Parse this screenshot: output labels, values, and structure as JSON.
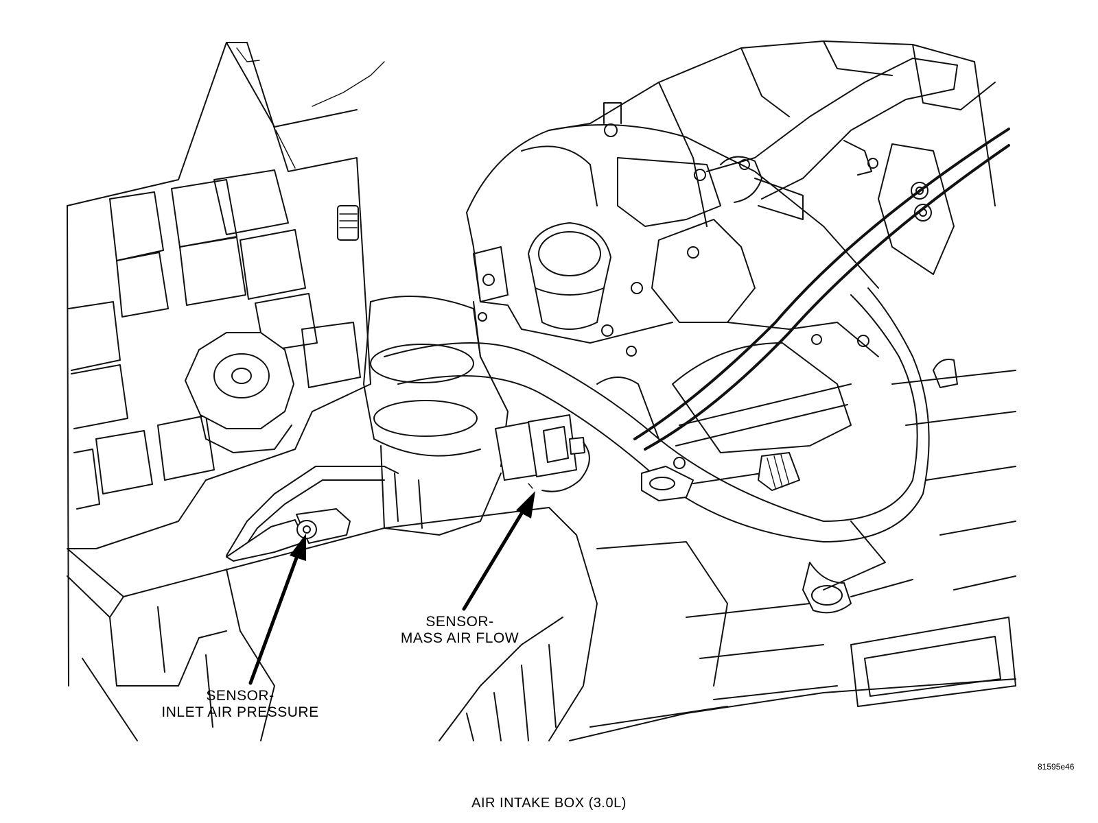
{
  "labels": {
    "inlet_air_pressure": {
      "line1": "SENSOR-",
      "line2": "INLET AIR PRESSURE"
    },
    "mass_air_flow": {
      "line1": "SENSOR-",
      "line2": "MASS AIR FLOW"
    }
  },
  "figure_code": "81595e46",
  "caption": "AIR INTAKE BOX  (3.0L)"
}
